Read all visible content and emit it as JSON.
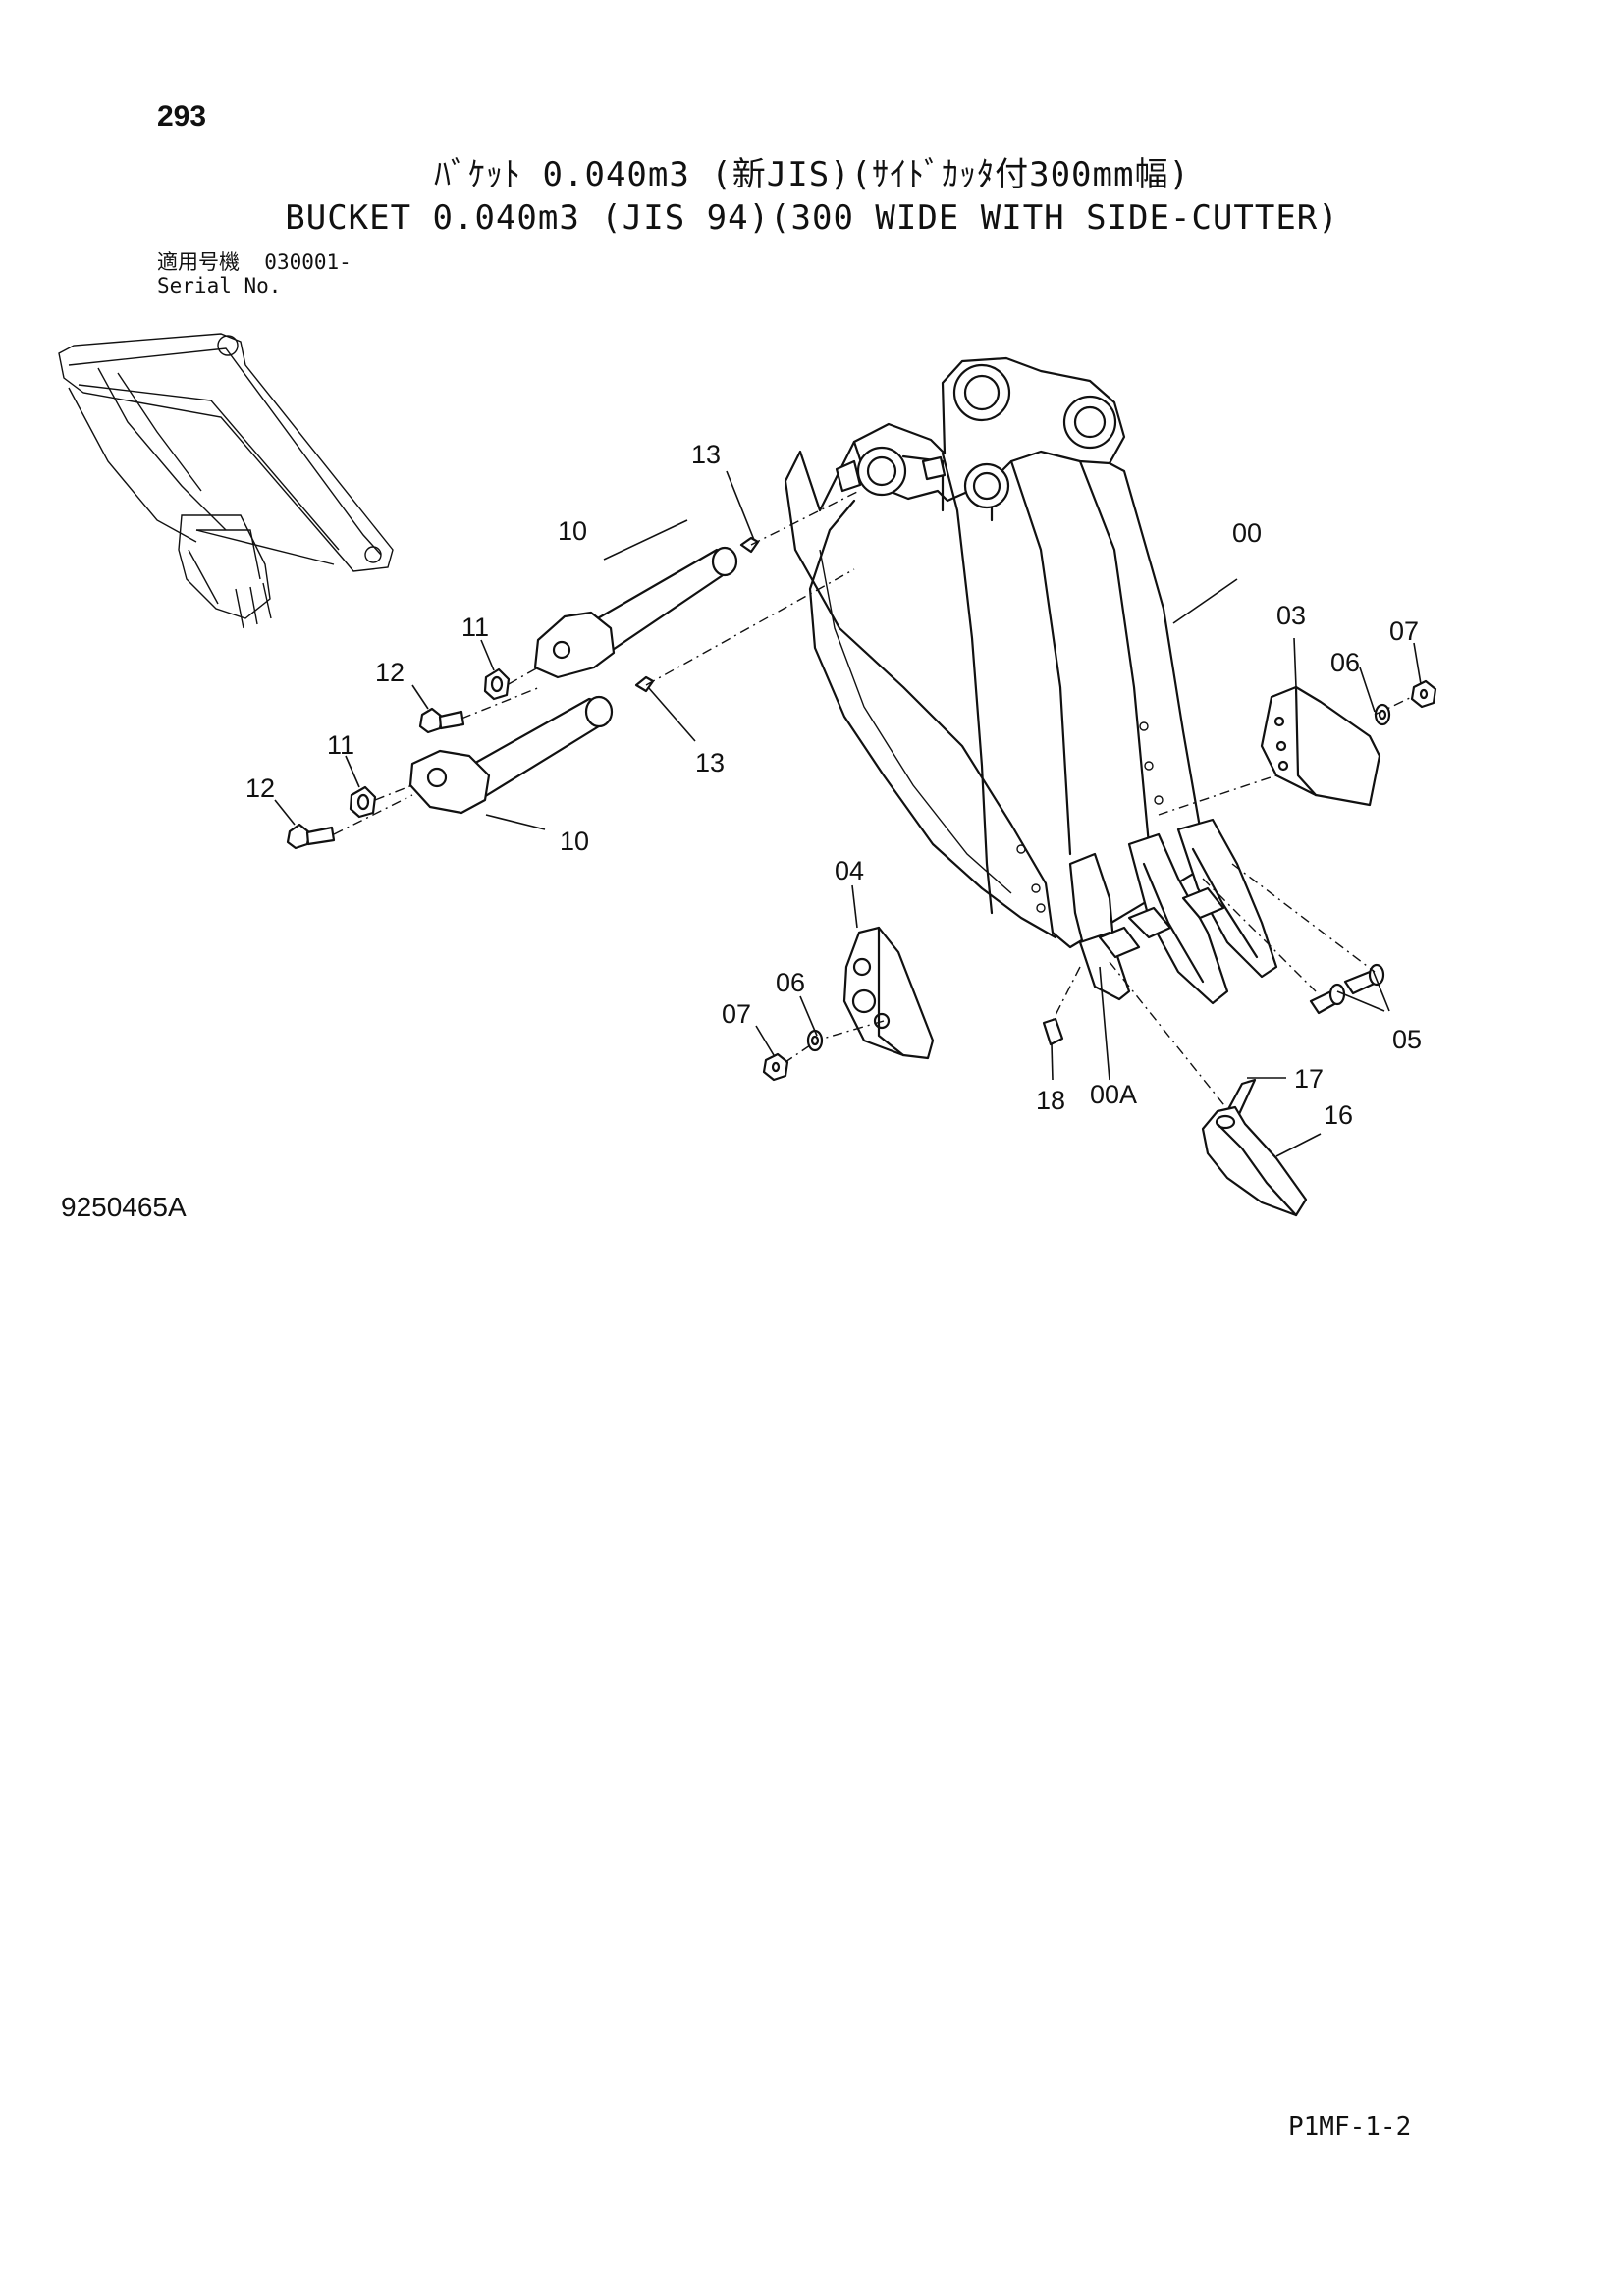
{
  "header": {
    "page_number": "293",
    "title_jp": "ﾊﾞｹｯﾄ 0.040m3 (新JIS)(ｻｲﾄﾞｶｯﾀ付300mm幅)",
    "title_en": "BUCKET 0.040m3 (JIS 94)(300 WIDE WITH SIDE-CUTTER)",
    "serial_label_jp": "適用号機",
    "serial_value": "030001-",
    "serial_label_en": "Serial No."
  },
  "callouts": {
    "c00": "00",
    "c00A": "00A",
    "c03": "03",
    "c04": "04",
    "c05": "05",
    "c06a": "06",
    "c06b": "06",
    "c07a": "07",
    "c07b": "07",
    "c10a": "10",
    "c10b": "10",
    "c11a": "11",
    "c11b": "11",
    "c12a": "12",
    "c12b": "12",
    "c13a": "13",
    "c13b": "13",
    "c16": "16",
    "c17": "17",
    "c18": "18"
  },
  "footer": {
    "drawing_code": "9250465A",
    "sheet_code": "P1MF-1-2"
  }
}
